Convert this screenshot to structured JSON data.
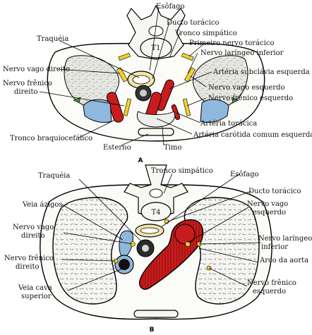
{
  "panel_a": {
    "marker": "A",
    "labels": {
      "esofago": "Esôfago",
      "ducto_toracico": "Ducto torácico",
      "tronco_simpatico": "Tronco simpático",
      "primeiro_nervo_toracico": "Primeiro nervo torácico",
      "traqueia": "Traquéia",
      "nervo_laringeo_inferior": "Nervo laríngeo inferior",
      "nervo_vago_direito": "Nervo vago direito",
      "arteria_subclavia_esquerda": "Artéria subclávia esquerda",
      "nervo_frenico_direito_1": "Nervo frênico",
      "nervo_frenico_direito_2": "direito",
      "nervo_vago_esquerdo": "Nervo vago esquerdo",
      "nervo_frenico_esquerdo": "Nervo frênico esquerdo",
      "arteria_toracica": "Artéria torácica",
      "tronco_braquiocefalico": "Tronco braquiocefálico",
      "arteria_carotida": "Artéria carótida comum esquerda",
      "esterno": "Esterno",
      "timo": "Timo",
      "vertebra": "T1"
    }
  },
  "panel_b": {
    "marker": "B",
    "labels": {
      "traqueia": "Traquéia",
      "tronco_simpatico": "Tronco simpático",
      "esofago": "Esôfago",
      "veia_azigos": "Veia ázigos",
      "ducto_toracico": "Ducto torácico",
      "nervo_vago_esquerdo_1": "Nervo vago",
      "nervo_vago_esquerdo_2": "esquerdo",
      "nervo_vago_direito_1": "Nervo vago",
      "nervo_vago_direito_2": "direito",
      "nervo_laringeo_1": "Nervo laríngeo",
      "nervo_laringeo_2": "inferior",
      "nervo_frenico_direito_1": "Nervo frênico",
      "nervo_frenico_direito_2": "direito",
      "arco_aorta": "Arco da aorta",
      "veia_cava_1": "Veia cava",
      "veia_cava_2": "superior",
      "nervo_frenico_esquerdo_1": "Nervo frênico",
      "nervo_frenico_esquerdo_2": "esquerdo",
      "vertebra": "T4"
    }
  },
  "colors": {
    "artery": "#c81d1d",
    "vein": "#8fb8de",
    "nerve": "#f1d22a",
    "lung": "#dcdcd8",
    "line": "#000000"
  }
}
